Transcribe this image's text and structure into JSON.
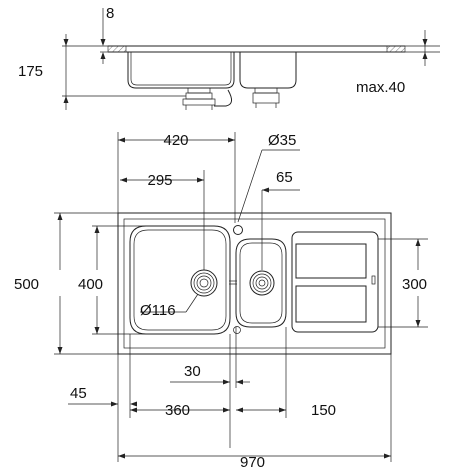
{
  "drawing": {
    "side_view": {
      "top_thickness": "8",
      "depth": "175",
      "max_cabinet_depth": "max.40"
    },
    "plan_view": {
      "bowl_offset_420": "420",
      "tap_hole": "Ø35",
      "bowl_width_295": "295",
      "small_bowl_width": "65",
      "overall_depth": "500",
      "bowl_depth": "400",
      "small_bowl_depth": "300",
      "drain_diameter": "Ø116",
      "gap": "30",
      "edge_offset": "45",
      "bowl_width_360": "360",
      "drainer_offset": "150",
      "overall_width": "970"
    }
  }
}
